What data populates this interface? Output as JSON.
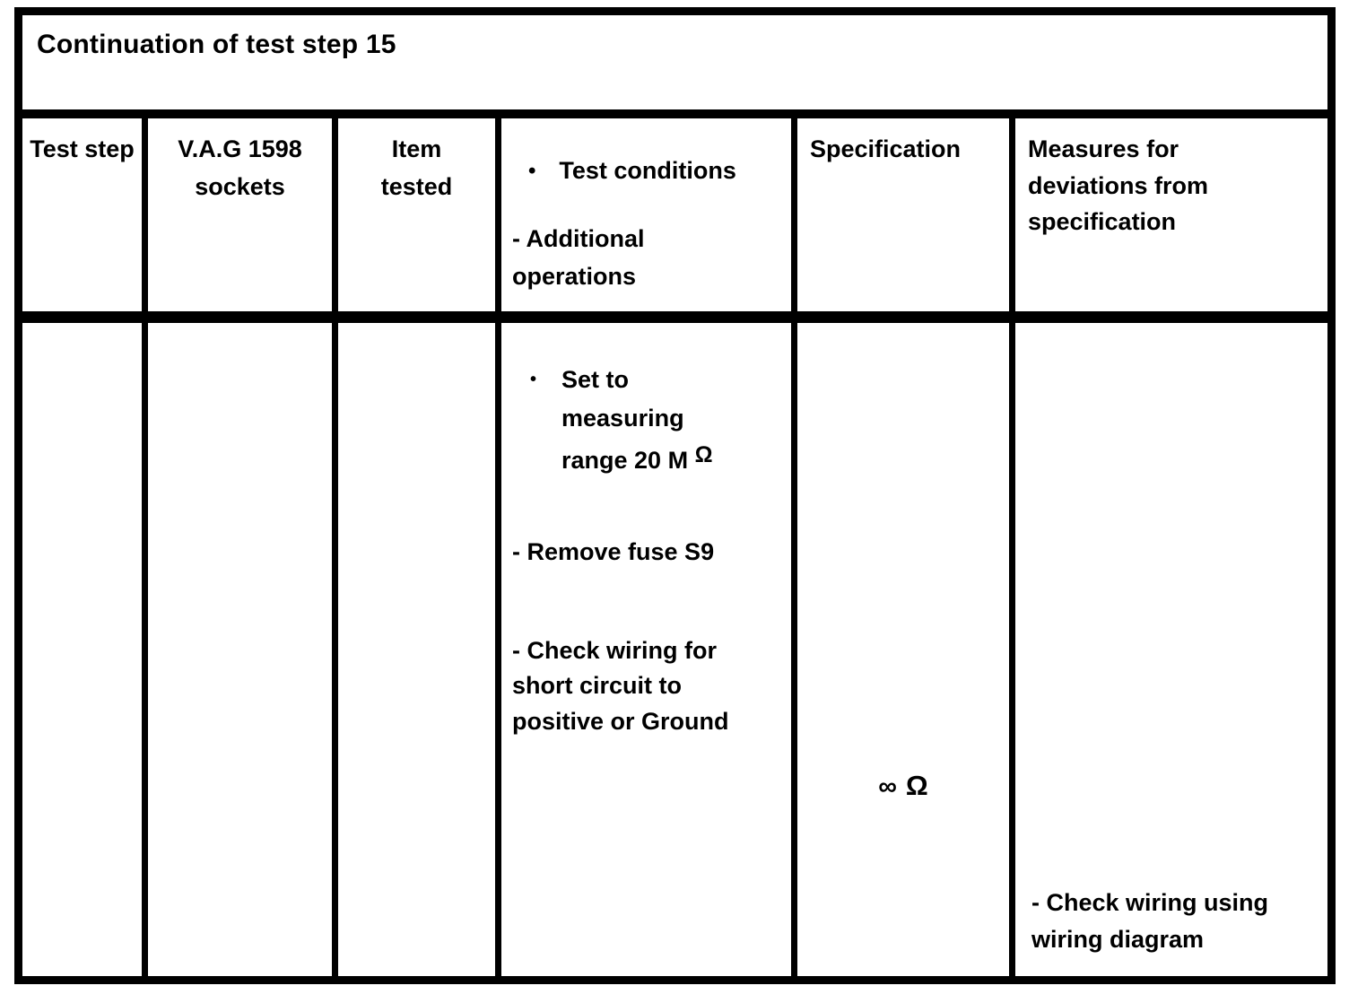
{
  "title": "Continuation of test step 15",
  "header": {
    "test_step": "Test step",
    "sockets": "V.A.G 1598 sockets",
    "item_tested": "Item tested",
    "conditions_bullet": "•",
    "conditions_label": "Test conditions",
    "additional_ops": "- Additional operations",
    "specification": "Specification",
    "measures": "Measures for deviations from specification"
  },
  "body": {
    "conditions_bullet": "•",
    "set_to_text": "Set to measuring range 20 M",
    "set_to_omega": "Ω",
    "remove_fuse": "- Remove fuse S9",
    "check_wiring": "- Check wiring for short circuit to positive or Ground",
    "spec_infinity": "∞",
    "spec_omega": "Ω",
    "measures_action": "- Check wiring using wiring diagram"
  },
  "colors": {
    "foreground": "#000000",
    "background": "#ffffff"
  }
}
